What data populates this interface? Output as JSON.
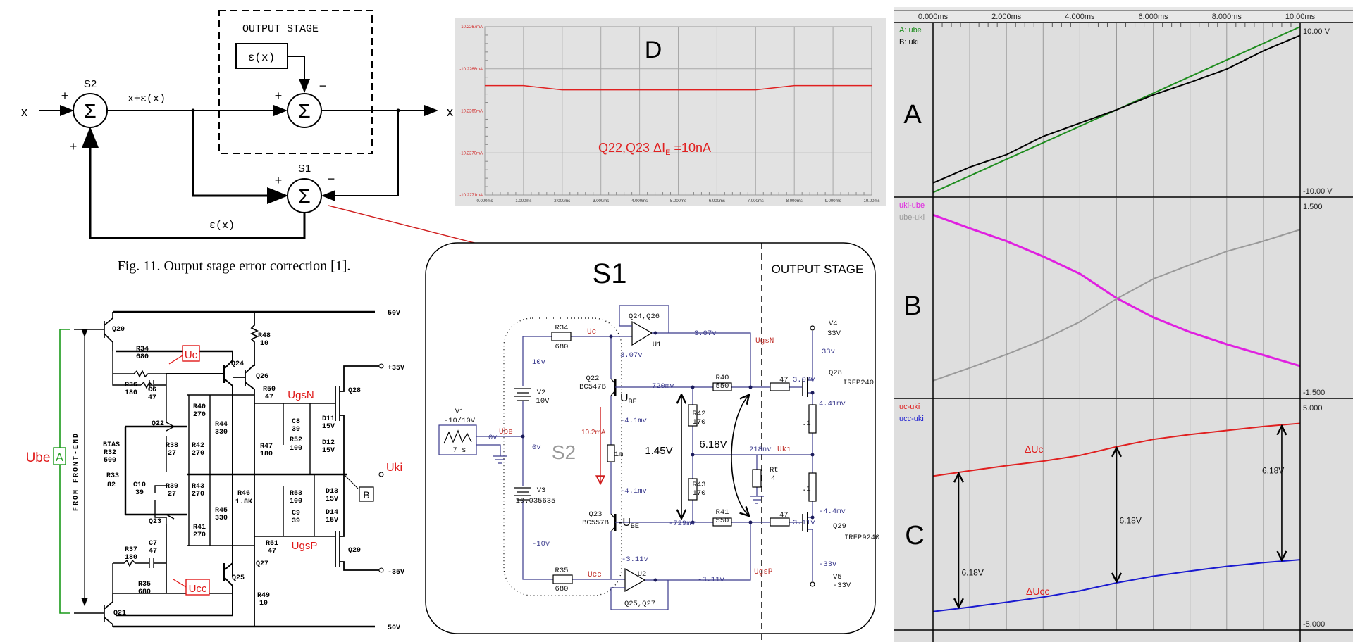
{
  "block_diagram": {
    "input_x": "x",
    "output_x": "x",
    "sigma": "Σ",
    "plus": "+",
    "minus": "−",
    "s2_label": "S2",
    "s1_label": "S1",
    "x_plus_eps": "x+ε(x)",
    "output_stage": "OUTPUT STAGE",
    "eps_box": "ε(x)",
    "eps_feedback": "ε(x)",
    "caption": "Fig. 11. Output stage error correction [1]."
  },
  "amp_schematic": {
    "labels": [
      "50V",
      "Q20",
      "R48",
      "10",
      "R34",
      "680",
      "Q24",
      "Q26",
      "R36",
      "180",
      "C6",
      "47",
      "R50",
      "47",
      "+35V",
      "Q28",
      "R40",
      "270",
      "Q22",
      "R44",
      "330",
      "C8",
      "39",
      "D11",
      "15V",
      "R52",
      "100",
      "D12",
      "15V",
      "BIAS",
      "R32",
      "500",
      "R38",
      "27",
      "R42",
      "270",
      "R47",
      "180",
      "R33",
      "82",
      "C10",
      "39",
      "R39",
      "27",
      "R43",
      "270",
      "R46",
      "1.8K",
      "R53",
      "100",
      "D13",
      "15V",
      "R45",
      "330",
      "Q23",
      "C9",
      "39",
      "D14",
      "15V",
      "R41",
      "270",
      "R51",
      "47",
      "Q29",
      "R37",
      "180",
      "C7",
      "47",
      "Q27",
      "-35V",
      "Q25",
      "R35",
      "680",
      "R49",
      "10",
      "Q21",
      "50V"
    ],
    "front_end": "FROM FRONT-END",
    "annotations": {
      "uc": "Uc",
      "ucc": "Ucc",
      "ugsn": "UgsN",
      "ugsp": "UgsP",
      "uki": "Uki",
      "ube": "Ube",
      "marker_a": "A",
      "marker_b": "B"
    },
    "annotation_color": "#e01818",
    "bracket_color": "#1a9a1a"
  },
  "sim_schematic": {
    "title": "S1",
    "output_stage": "OUTPUT STAGE",
    "s2": "S2",
    "ube_label": "U",
    "ube_sub": "BE",
    "neg_ube_label": "-U",
    "neg_ube_sub": "BE",
    "delta_1": "1.45V",
    "delta_2": "6.18V",
    "parts": [
      "Q24,Q26",
      "U1",
      "R34",
      "680",
      "V2",
      "10V",
      "V3",
      "10.035635",
      "V1",
      "-10/10V",
      "7 s",
      "Q22",
      "BC547B",
      "1m",
      "R42",
      "170",
      "R43",
      "170",
      "R40",
      "550",
      "R41",
      "550",
      "Q23",
      "BC557B",
      "R35",
      "680",
      "U2",
      "Q25,Q27",
      "47",
      "47",
      "Q28",
      "IRFP240",
      "Q29",
      "IRFP9240",
      "V4",
      "33V",
      "V5",
      "-33V",
      ".1",
      ".1",
      "Rt",
      "4"
    ],
    "voltages": [
      "3.07v",
      "3.07v",
      "10v",
      "0v",
      "0v",
      "720mv",
      "-4.1mv",
      "-4.1mv",
      "-729mv",
      "-10v",
      "-3.11v",
      "-3.11v",
      "218nv",
      "33v",
      "3.07v",
      "4.41mv",
      "-4.4mv",
      "3.11v",
      "-33v"
    ],
    "signals": [
      "Uc",
      "Ube",
      "UgsN",
      "Uki",
      "UgsP",
      "Ucc",
      "10.2mA"
    ],
    "wire_color": "#3a3a8c",
    "signal_color": "#c0302a"
  },
  "chart_data": [
    {
      "id": "D",
      "type": "line",
      "panel_label": "D",
      "annotation_main": "Q22,Q23  ΔI",
      "annotation_sub": "E",
      "annotation_tail": " =10nA",
      "x_tick_labels": [
        "0.000ms",
        "1.000ms",
        "2.000ms",
        "3.000ms",
        "4.000ms",
        "5.000ms",
        "6.000ms",
        "7.000ms",
        "8.000ms",
        "9.000ms",
        "10.00ms"
      ],
      "y_tick_labels": [
        "-10.2267mA",
        "-10.2268mA",
        "-10.2269mA",
        "-10.2270mA",
        "-10.2271mA"
      ],
      "xlim": [
        0,
        10
      ],
      "ylim": [
        -10.2271,
        -10.2267
      ],
      "grid": true,
      "series": [
        {
          "color": "#e02020",
          "x": [
            0,
            1,
            2,
            3,
            4,
            5,
            6,
            7,
            8,
            9,
            10
          ],
          "y": [
            -10.22684,
            -10.22684,
            -10.22685,
            -10.22685,
            -10.22685,
            -10.22685,
            -10.22685,
            -10.22685,
            -10.22684,
            -10.22684,
            -10.22684
          ]
        }
      ]
    },
    {
      "id": "A",
      "type": "line",
      "panel_label": "A",
      "x_tick_labels": [
        "0.000ms",
        "2.000ms",
        "4.000ms",
        "6.000ms",
        "8.000ms",
        "10.00ms"
      ],
      "x_ticks": [
        0,
        2,
        4,
        6,
        8,
        10
      ],
      "xlim": [
        0,
        10
      ],
      "ylim": [
        -10,
        10
      ],
      "y_top_label": "10.00 V",
      "y_bottom_label": "-10.00 V",
      "grid": true,
      "series": [
        {
          "name": "A: ube",
          "color": "#1e8c1e",
          "x": [
            0,
            1,
            2,
            3,
            4,
            5,
            6,
            7,
            8,
            9,
            10
          ],
          "y": [
            -9.95,
            -7.95,
            -5.96,
            -3.97,
            -1.98,
            0.0,
            2.0,
            4.0,
            6.0,
            8.0,
            10.0
          ]
        },
        {
          "name": "B: uki",
          "color": "#000000",
          "x": [
            0,
            1,
            2,
            3,
            4,
            5,
            6,
            7,
            8,
            9,
            10
          ],
          "y": [
            -8.8,
            -6.9,
            -5.4,
            -3.2,
            -1.6,
            0.0,
            1.8,
            3.3,
            4.9,
            7.1,
            8.96
          ]
        }
      ]
    },
    {
      "id": "B",
      "type": "line",
      "panel_label": "B",
      "xlim": [
        0,
        10
      ],
      "ylim": [
        -1.5,
        1.5
      ],
      "y_top_label": "1.500",
      "y_bottom_label": "-1.500",
      "grid": true,
      "series": [
        {
          "name": "uki-ube",
          "color": "#e020e0",
          "x": [
            0,
            1,
            2,
            3,
            4,
            5,
            6,
            7,
            8,
            9,
            10
          ],
          "y": [
            1.3,
            1.09,
            0.89,
            0.65,
            0.38,
            0.0,
            -0.3,
            -0.53,
            -0.72,
            -0.89,
            -1.06
          ]
        },
        {
          "name": "ube-uki",
          "color": "#999999",
          "x": [
            0,
            1,
            2,
            3,
            4,
            5,
            6,
            7,
            8,
            9,
            10
          ],
          "y": [
            -1.29,
            -1.09,
            -0.88,
            -0.65,
            -0.37,
            -0.01,
            0.3,
            0.52,
            0.73,
            0.89,
            1.07
          ]
        }
      ]
    },
    {
      "id": "C",
      "type": "line",
      "panel_label": "C",
      "xlim": [
        0,
        10
      ],
      "ylim": [
        -5,
        5
      ],
      "y_top_label": "5.000",
      "y_bottom_label": "-5.000",
      "grid": true,
      "annotations": {
        "delta_uc": "ΔUc",
        "delta_ucc": "ΔUcc",
        "gap": "6.18V",
        "gap_at_ms": [
          0.7,
          5.0,
          9.5
        ]
      },
      "series": [
        {
          "name": "uc-uki",
          "color": "#e02020",
          "x": [
            0,
            1,
            2,
            3,
            4,
            5,
            6,
            7,
            8,
            9,
            10
          ],
          "y": [
            1.73,
            1.97,
            2.2,
            2.4,
            2.66,
            3.05,
            3.38,
            3.6,
            3.78,
            3.96,
            4.1
          ]
        },
        {
          "name": "ucc-uki",
          "color": "#1a1ad0",
          "x": [
            0,
            1,
            2,
            3,
            4,
            5,
            6,
            7,
            8,
            9,
            10
          ],
          "y": [
            -4.36,
            -4.16,
            -3.94,
            -3.71,
            -3.43,
            -3.07,
            -2.77,
            -2.54,
            -2.33,
            -2.16,
            -2.03
          ]
        }
      ]
    }
  ]
}
